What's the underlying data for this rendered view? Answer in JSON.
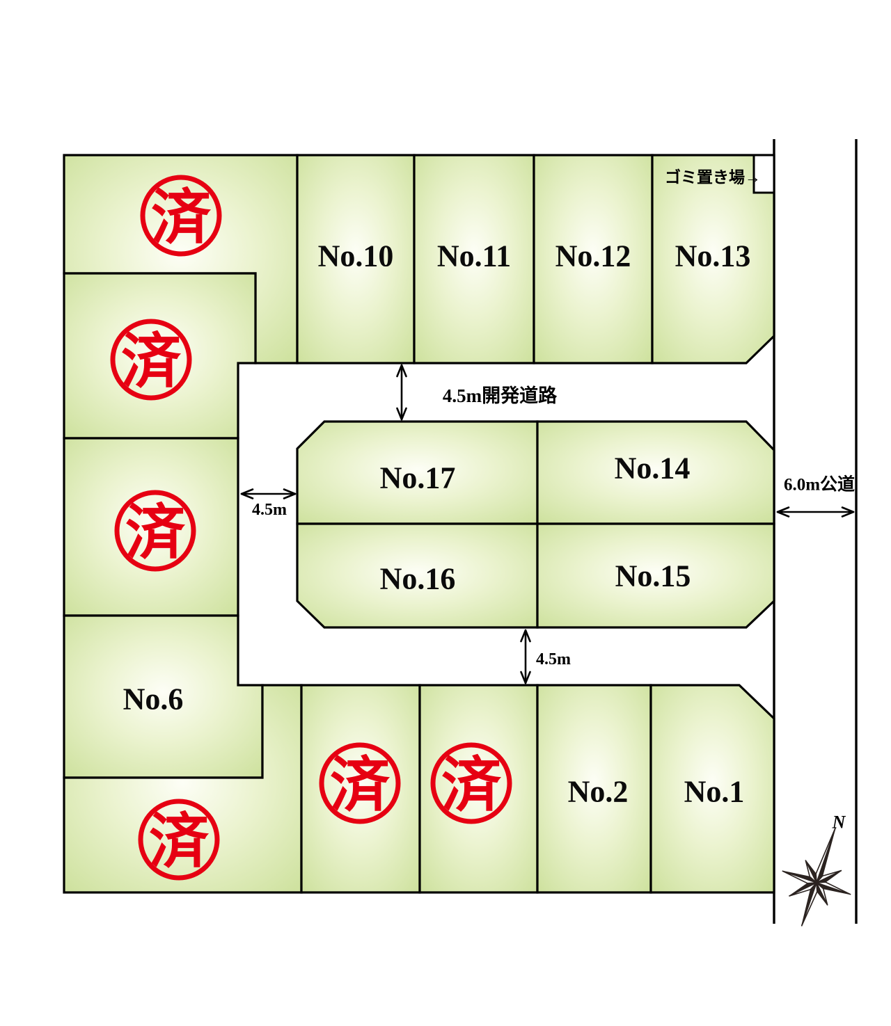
{
  "lots": {
    "no1": {
      "label": "No.1"
    },
    "no2": {
      "label": "No.2"
    },
    "no6": {
      "label": "No.6"
    },
    "no10": {
      "label": "No.10"
    },
    "no11": {
      "label": "No.11"
    },
    "no12": {
      "label": "No.12"
    },
    "no13": {
      "label": "No.13"
    },
    "no14": {
      "label": "No.14"
    },
    "no15": {
      "label": "No.15"
    },
    "no16": {
      "label": "No.16"
    },
    "no17": {
      "label": "No.17"
    }
  },
  "sold_stamp": {
    "label": "済",
    "count": 6
  },
  "annotations": {
    "dev_road": "4.5m開発道路",
    "dev_road_width_west": "4.5m",
    "dev_road_width_south": "4.5m",
    "public_road": "6.0m公道",
    "garbage_area": "ゴミ置き場→",
    "compass_north": "N"
  },
  "colors": {
    "lot_fill_edge": "#cfe2a0",
    "lot_fill_center": "#fdfef6",
    "stamp_red": "#e60012",
    "outline_black": "#000000",
    "compass_dark": "#2b2320"
  }
}
